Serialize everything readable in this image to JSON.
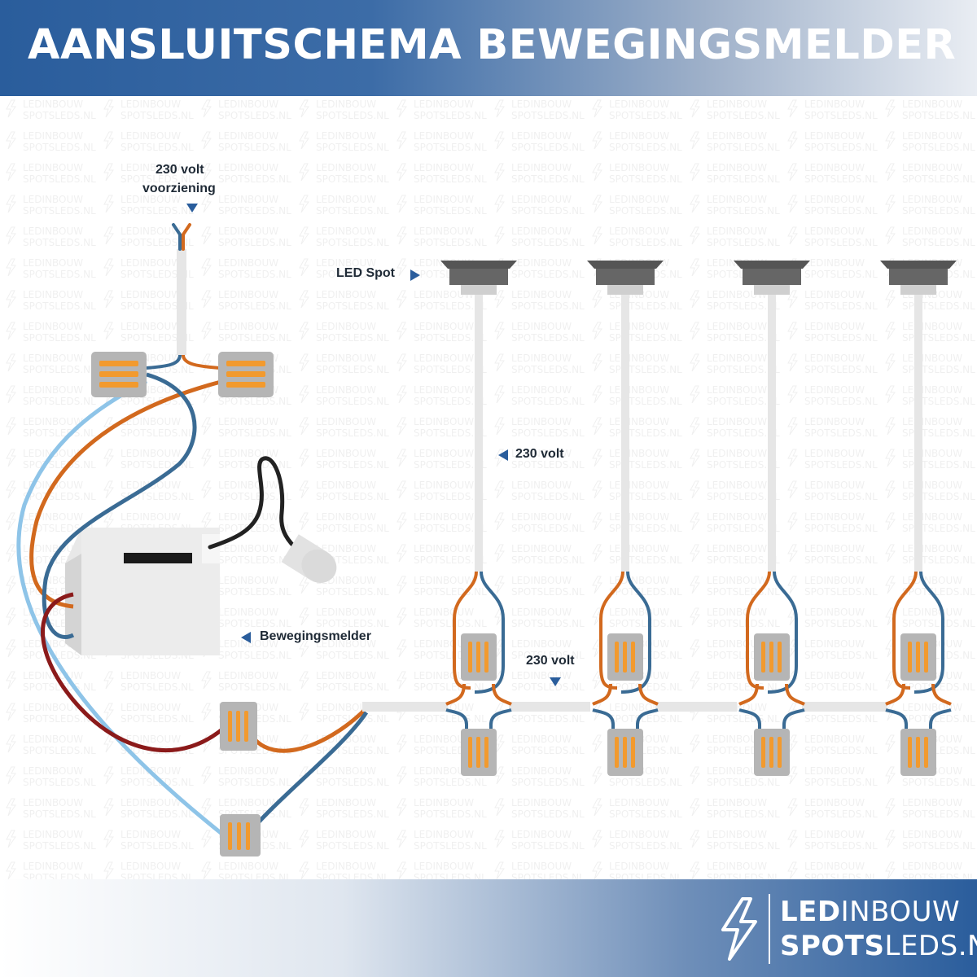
{
  "header": {
    "title": "AANSLUITSCHEMA BEWEGINGSMELDER"
  },
  "labels": {
    "supply_line1": "230 volt",
    "supply_line2": "voorziening",
    "led_spot": "LED Spot",
    "volt_vertical": "230 volt",
    "volt_horizontal": "230 volt",
    "motion_sensor": "Bewegingsmelder"
  },
  "brand": {
    "line1_bold": "LED",
    "line1_regular": "INBOUW",
    "line2_bold": "SPOTS",
    "line2_regular": "LEDS.NL"
  },
  "watermark": {
    "line1": "LEDINBOUW",
    "line2": "SPOTSLEDS.NL"
  },
  "colors": {
    "header_blue": "#2a5d9c",
    "wire_brown": "#d2691e",
    "wire_blue": "#3a6b94",
    "wire_light_blue": "#8ec4e8",
    "wire_dark_red": "#8b1a1a",
    "wire_black": "#222222",
    "connector_body": "#b5b5b5",
    "connector_lever": "#f29a2e",
    "spot_body": "#555555",
    "cable_sheath": "#e6e6e6",
    "text_dark": "#1f2a36"
  },
  "diagram": {
    "spots": [
      "led-spot-1",
      "led-spot-2",
      "led-spot-3",
      "led-spot-4"
    ],
    "components": [
      "supply-cable",
      "motion-sensor",
      "lever-connectors",
      "spot-cables",
      "daisy-chain-cables"
    ]
  }
}
